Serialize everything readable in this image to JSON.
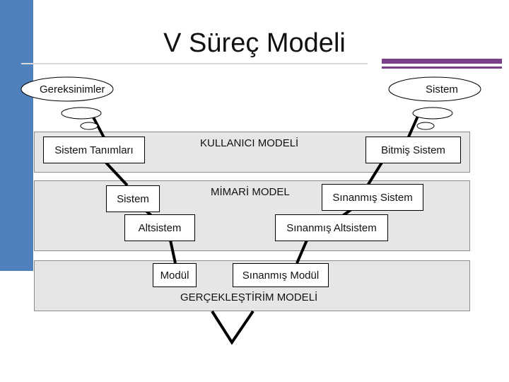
{
  "title": "V Süreç Modeli",
  "colors": {
    "side_bar": "#4f81bd",
    "accent": "#7b3f8a",
    "band_fill": "#e6e6e6"
  },
  "nodes": {
    "requirements": "Gereksinimler",
    "system": "Sistem",
    "system_definitions": "Sistem Tanımları",
    "finished_system": "Bitmiş Sistem",
    "system_arch": "Sistem",
    "tested_system": "Sınanmış Sistem",
    "subsystem": "Altsistem",
    "tested_subsystem": "Sınanmış Altsistem",
    "module": "Modül",
    "tested_module": "Sınanmış Modül"
  },
  "bands": {
    "user_model": "KULLANICI MODELİ",
    "architecture_model": "MİMARİ MODEL",
    "implementation_model": "GERÇEKLEŞTİRİM MODELİ"
  }
}
